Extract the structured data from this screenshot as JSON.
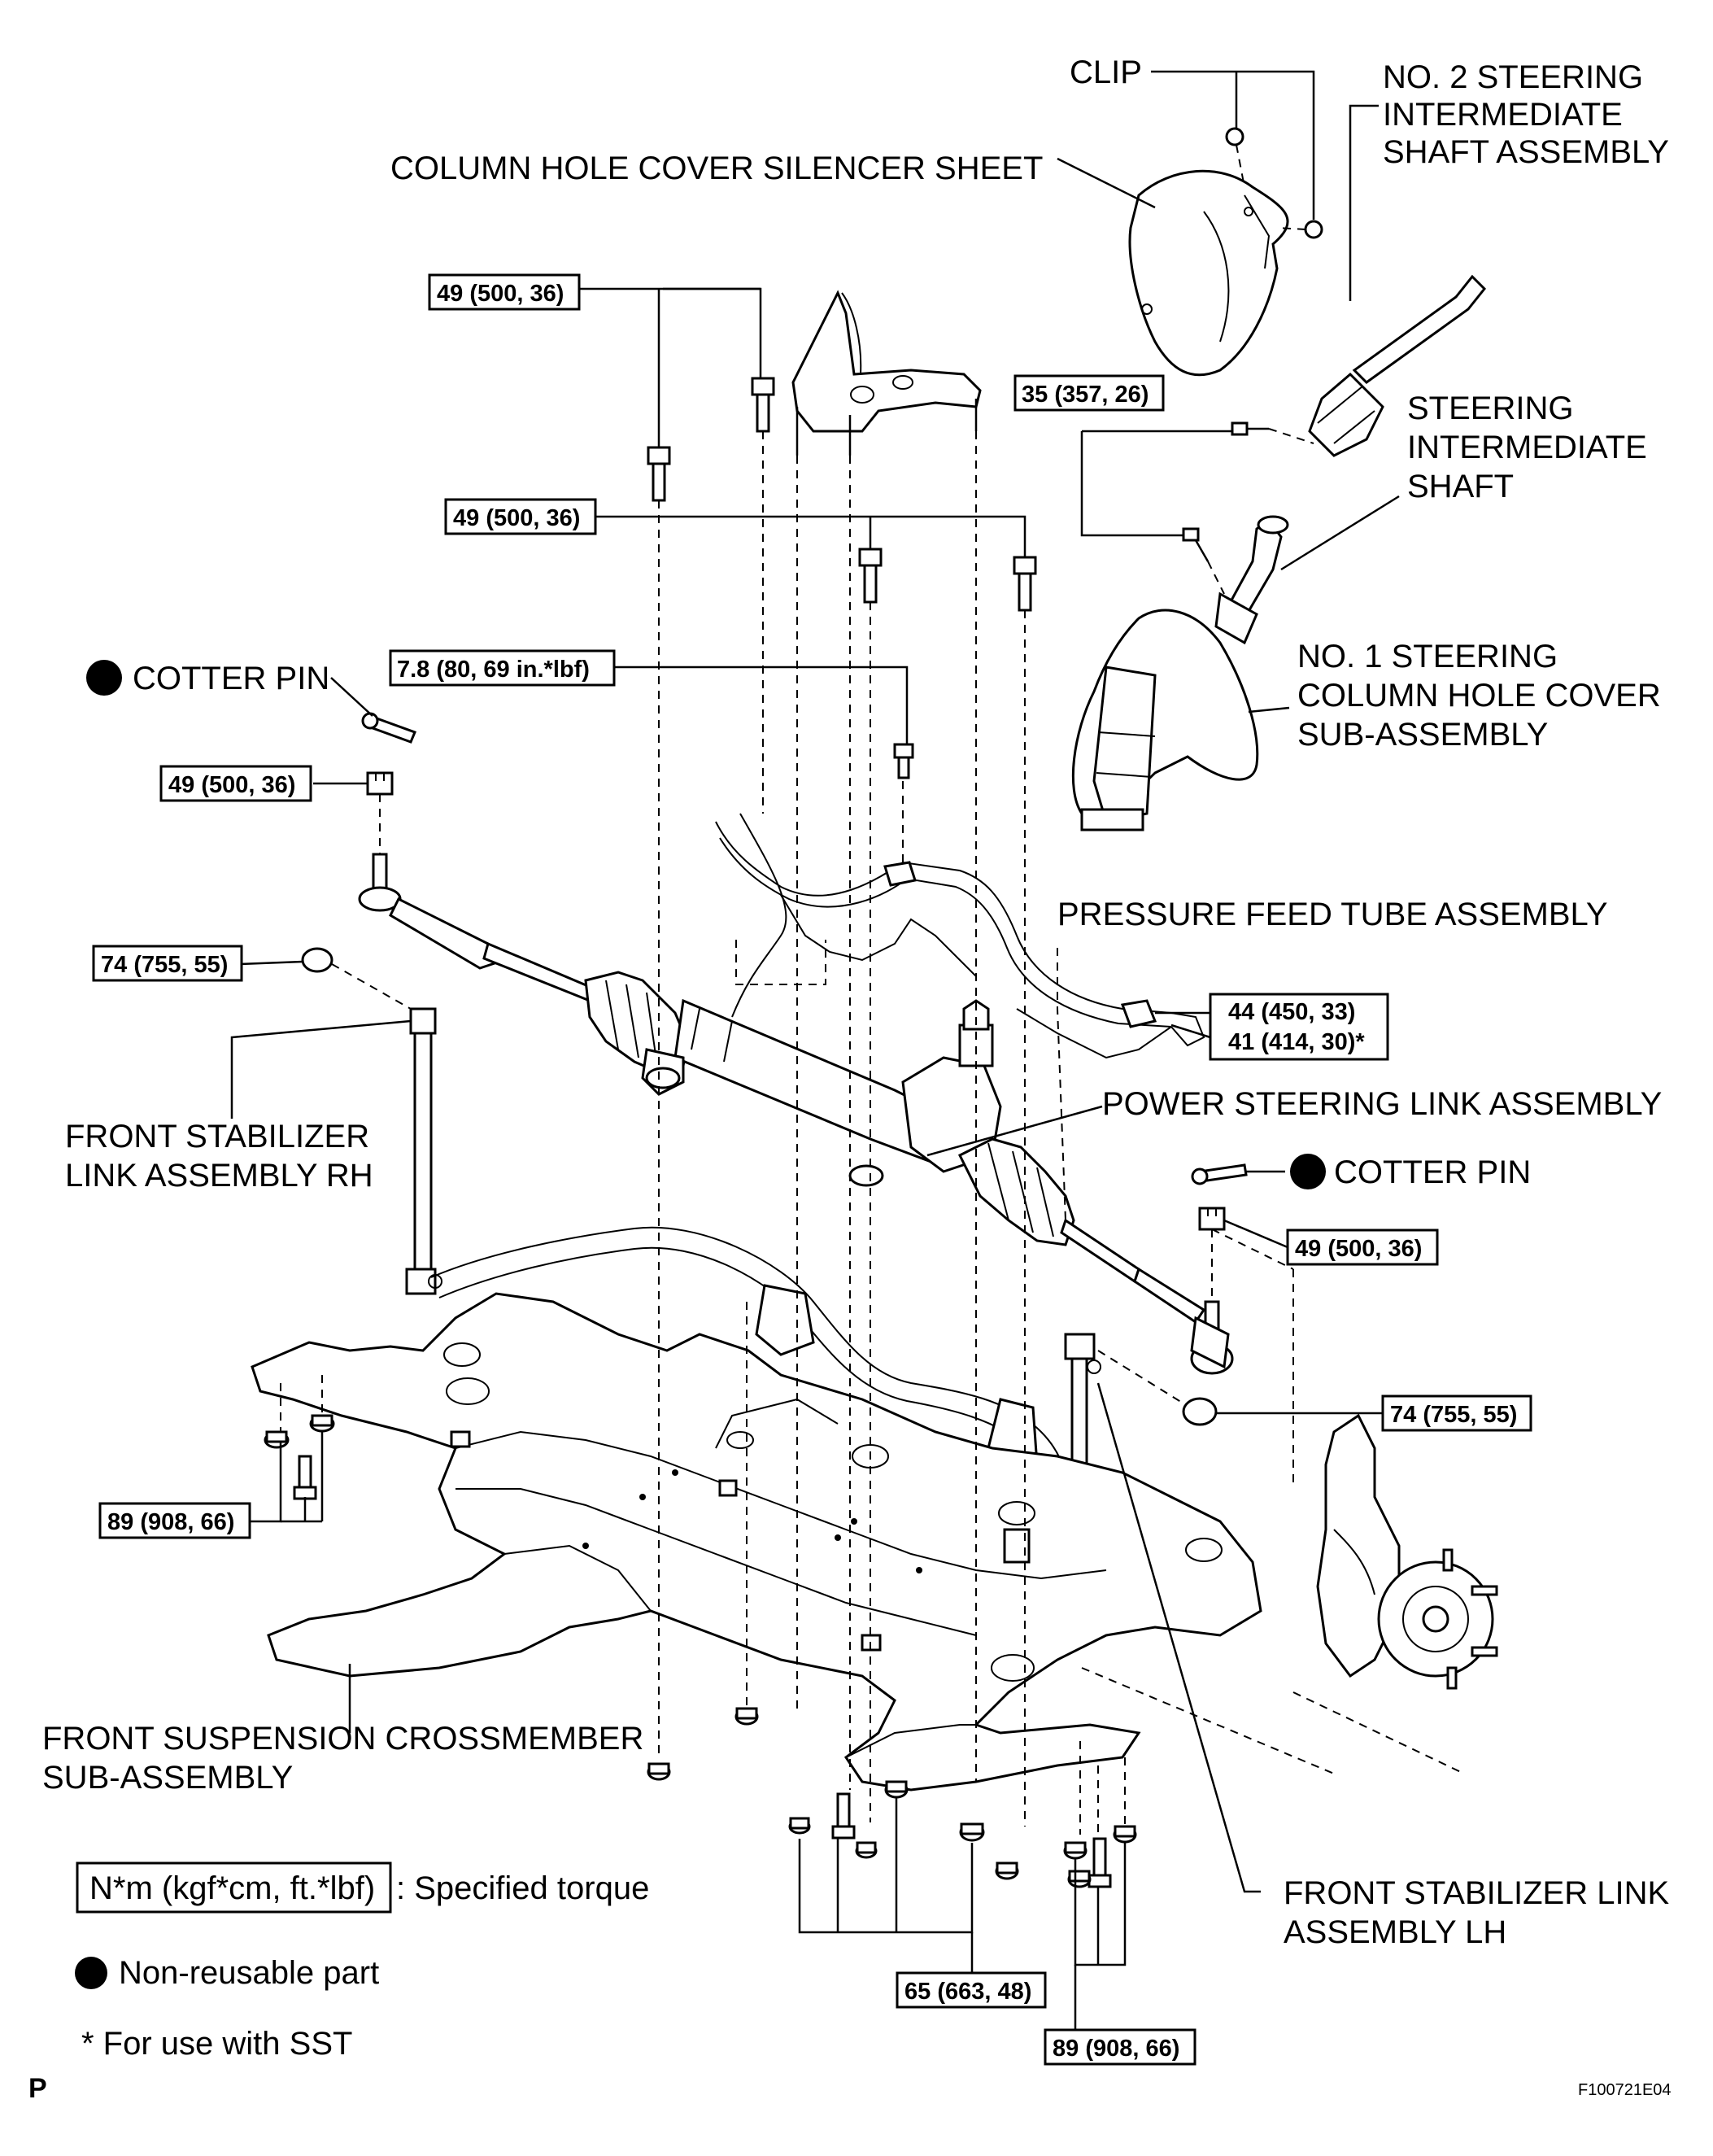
{
  "labels": {
    "clip": "CLIP",
    "no2_shaft": [
      "NO. 2 STEERING",
      "INTERMEDIATE",
      "SHAFT ASSEMBLY"
    ],
    "silencer": "COLUMN HOLE COVER SILENCER SHEET",
    "inter_shaft": [
      "STEERING",
      "INTERMEDIATE",
      "SHAFT"
    ],
    "cotter_pin_left": "COTTER PIN",
    "no1_cover": [
      "NO. 1 STEERING",
      "COLUMN HOLE COVER",
      "SUB-ASSEMBLY"
    ],
    "pressure_tube": "PRESSURE FEED TUBE ASSEMBLY",
    "power_link": "POWER STEERING LINK ASSEMBLY",
    "stab_rh": [
      "FRONT STABILIZER",
      "LINK ASSEMBLY RH"
    ],
    "cotter_pin_right": "COTTER PIN",
    "crossmember": [
      "FRONT SUSPENSION CROSSMEMBER",
      "SUB-ASSEMBLY"
    ],
    "stab_lh": [
      "FRONT STABILIZER LINK",
      "ASSEMBLY LH"
    ]
  },
  "torques": {
    "t49_a": "49 (500, 36)",
    "t35": "35 (357, 26)",
    "t49_b": "49 (500, 36)",
    "t78": "7.8 (80, 69 in.*lbf)",
    "t49_c": "49 (500, 36)",
    "t74_a": "74 (755, 55)",
    "t44": "44 (450, 33)",
    "t41": "41 (414, 30)*",
    "t49_d": "49 (500, 36)",
    "t74_b": "74 (755, 55)",
    "t89_a": "89 (908, 66)",
    "t65": "65 (663, 48)",
    "t89_b": "89 (908, 66)"
  },
  "legend": {
    "torque_unit": "N*m (kgf*cm, ft.*lbf)",
    "torque_desc": ": Specified torque",
    "nonreusable": "Non-reusable part",
    "sst_note": "* For use with SST"
  },
  "footer": {
    "page_letter": "P",
    "figure_code": "F100721E04"
  }
}
